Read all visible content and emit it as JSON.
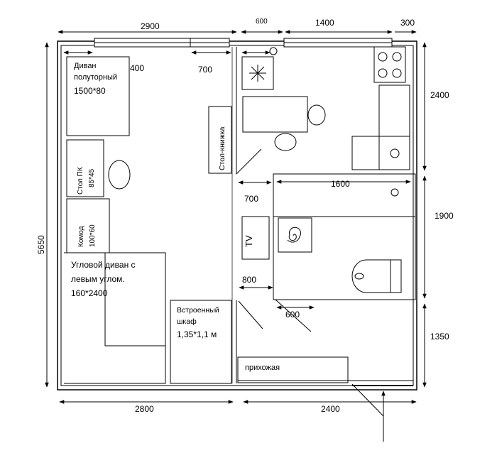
{
  "dimensions": {
    "top_left_width": "2900",
    "top_door": "600",
    "top_kitchen": "1400",
    "top_right": "300",
    "inner_400": "400",
    "inner_700_top": "700",
    "left_height": "5650",
    "right_kitchen": "2400",
    "right_bath": "1900",
    "right_hall": "1350",
    "bath_width": "1600",
    "bath_left_gap": "700",
    "hall_800": "800",
    "bath_door_600": "600",
    "bottom_left": "2800",
    "bottom_right": "2400"
  },
  "furniture": {
    "sofa_line1": "Диван",
    "sofa_line2": "полуторный",
    "sofa_line3": "1500*80",
    "pc_table_line1": "Стол ПК",
    "pc_table_line2": "85*45",
    "dresser_line1": "Комод",
    "dresser_line2": "100*60",
    "corner_sofa_line1": "Угловой диван с",
    "corner_sofa_line2": "левым углом.",
    "corner_sofa_line3": "160*2400",
    "wardrobe_line1": "Встроенный",
    "wardrobe_line2": "шкаф",
    "wardrobe_line3": "1,35*1,1 м",
    "book_table": "Стол-книжка",
    "tv": "TV",
    "hallway": "прихожая"
  }
}
